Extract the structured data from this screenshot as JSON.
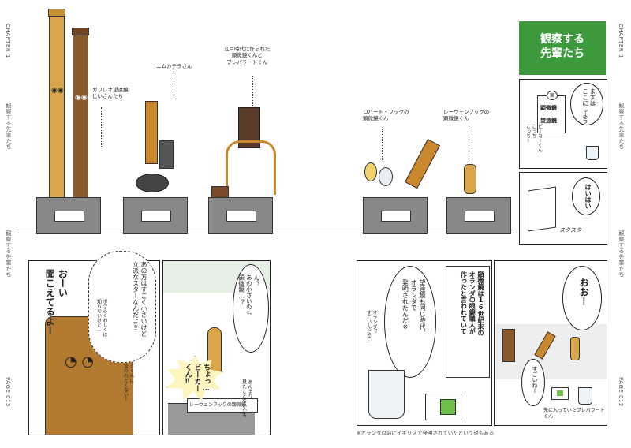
{
  "left_page": {
    "chapter": "CHAPTER 1",
    "side_title_top": "観察する先輩たち",
    "side_title_bottom": "観察する先輩たち",
    "page_number": "PAGE 013"
  },
  "right_page": {
    "chapter": "CHAPTER 1",
    "side_title_top": "観察する先輩たち",
    "side_title_bottom": "観察する先輩たち",
    "page_number": "PAGE 012",
    "footnote": "※オランダ以前にイギリスで発明されていたという説もある"
  },
  "title_panel": {
    "title_line1": "観察する",
    "title_line2": "先輩たち",
    "bg_color": "#3c9a3c"
  },
  "exhibit": {
    "galileo_label": "ガリレオ望遠鏡\nじいさんたち",
    "amcutella_label": "エムカテラさん",
    "edo_label": "江戸時代に作られた\n顕微鏡くんと\nプレパラートくん",
    "hooke_label": "ロバート・フックの\n顕微鏡くん",
    "leeuwenhoek_label": "レーウェンフックの\n顕微鏡くん"
  },
  "panel_r1": {
    "speech": "まずは\nここにしよう",
    "sign_line1": "顕微鏡",
    "sign_line2": "望遠鏡",
    "sign_label": "案",
    "small_talk": "ビーカーくん\nこっち\nこっちー"
  },
  "panel_r2": {
    "speech": "はいはい",
    "sfx": "スタスタ"
  },
  "panel_l1": {
    "cloud_text": "あの方はすごく小さいけど\n立派なスターなんだよ‼",
    "small_text": "ボクらくわしくは\n知らないけど…"
  },
  "panel_l2": {
    "speech": "ん？\nあの小さいのも\n顕微鏡…？",
    "small_text": "あんまり\n見たことないかも",
    "shout": "ちょっ…\nビーカー\nくん‼",
    "plaque": "レーウェンフックの顕微鏡"
  },
  "panel_l3": {
    "speech": "おーい\n聞こえてるよー",
    "small_text": "ついでに\nプレパラートくんに\n小さいって言われたくないー"
  },
  "panel_r3": {
    "speech": "望遠鏡も同じ時代、\nオランダで\n発明されたんだ※",
    "small_text": "オランダ？\nすごいんだな…"
  },
  "panel_r4": {
    "narration": "顕微鏡は16世紀末の\nオランダの眼鏡職人が\n作ったと言われていて"
  },
  "panel_r5": {
    "speech": "おおー",
    "small_speech": "すごいねー",
    "caption": "先に入っていたプレパラートくん"
  }
}
